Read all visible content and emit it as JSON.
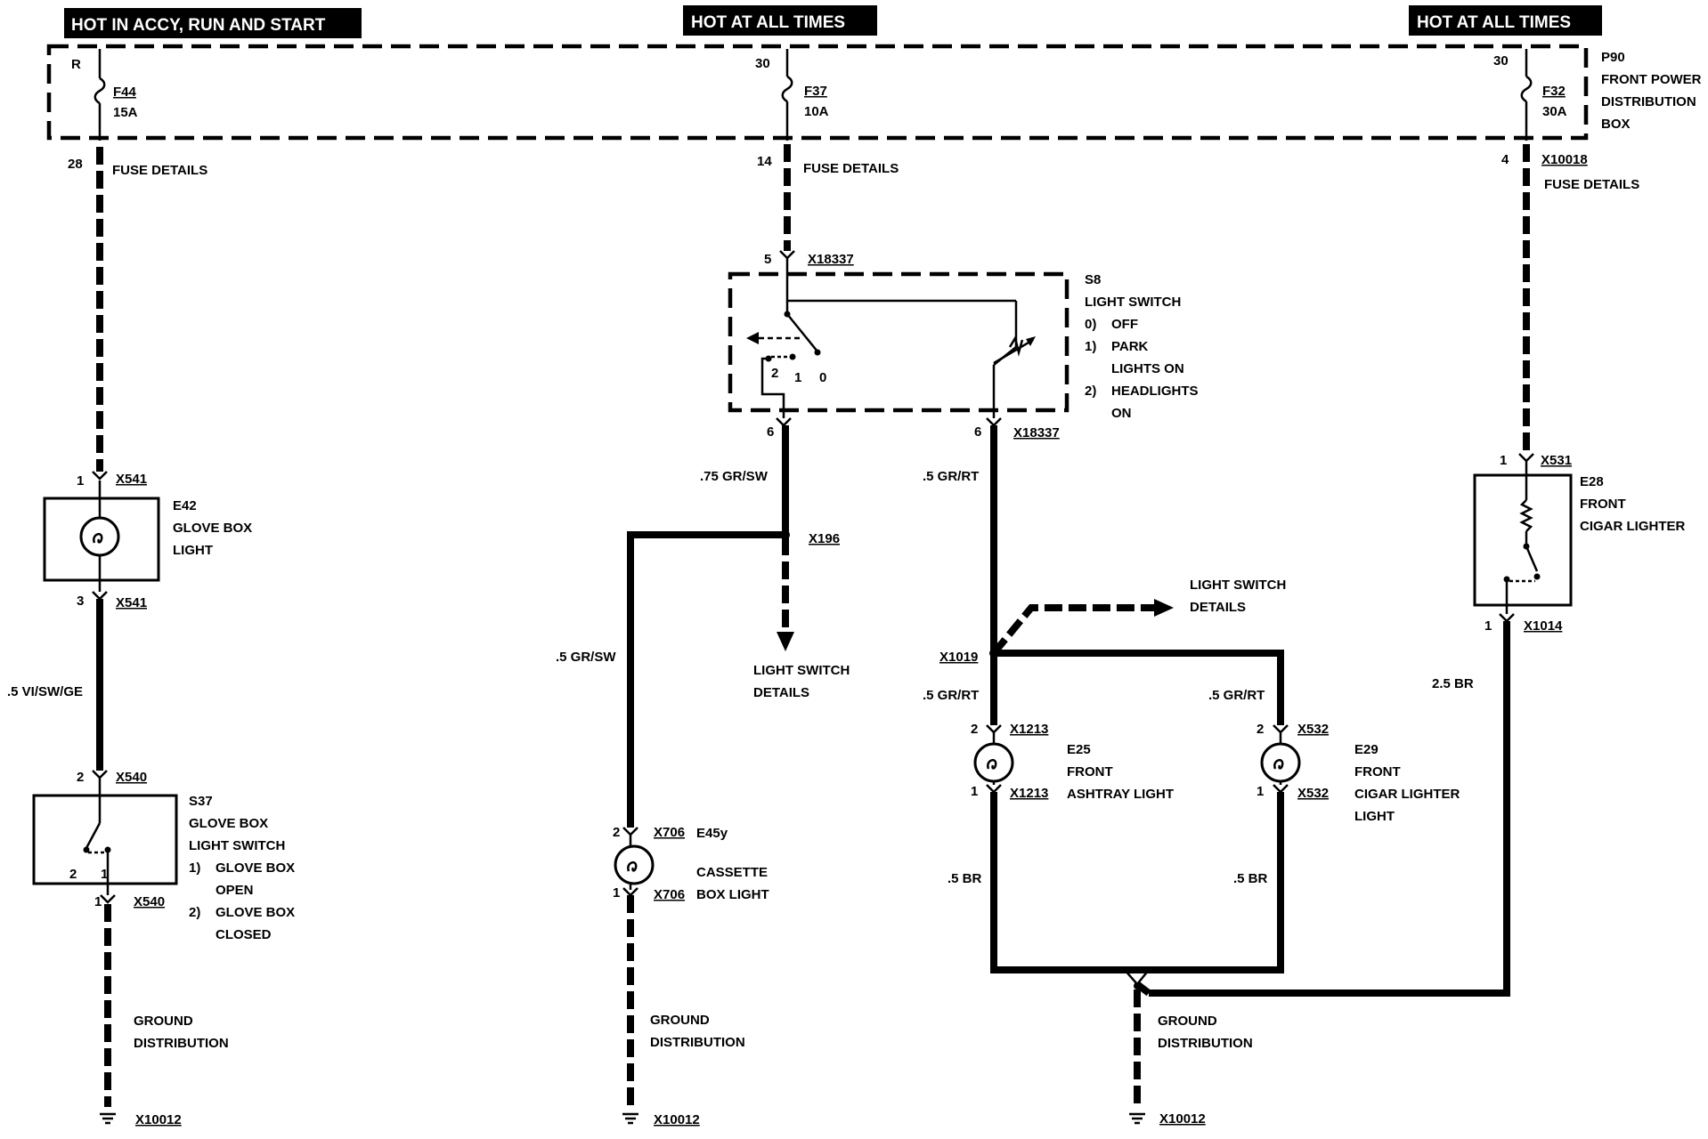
{
  "headers": {
    "left": "HOT IN ACCY, RUN AND START",
    "middle": "HOT AT ALL TIMES",
    "right": "HOT AT ALL TIMES"
  },
  "power_box": {
    "id": "P90",
    "line1": "FRONT POWER",
    "line2": "DISTRIBUTION",
    "line3": "BOX"
  },
  "fuses": [
    {
      "id": "F44",
      "rating": "15A",
      "in_pin": "R",
      "out_pin": "28",
      "details": "FUSE DETAILS"
    },
    {
      "id": "F37",
      "rating": "10A",
      "in_pin": "30",
      "out_pin": "14",
      "details": "FUSE DETAILS"
    },
    {
      "id": "F32",
      "rating": "30A",
      "in_pin": "30",
      "out_pin": "4",
      "connector": "X10018",
      "details": "FUSE DETAILS"
    }
  ],
  "glove_box_light": {
    "id": "E42",
    "line1": "GLOVE BOX",
    "line2": "LIGHT",
    "pin_top": "1",
    "conn_top": "X541",
    "pin_bottom": "3",
    "conn_bottom": "X541"
  },
  "wire_glove": ".5 VI/SW/GE",
  "glove_switch": {
    "id": "S37",
    "line1": "GLOVE BOX",
    "line2": "LIGHT SWITCH",
    "pos1_num": "1)",
    "pos1_a": "GLOVE BOX",
    "pos1_b": "OPEN",
    "pos2_num": "2)",
    "pos2_a": "GLOVE BOX",
    "pos2_b": "CLOSED",
    "pin_top": "2",
    "conn_top": "X540",
    "pin_bottom": "1",
    "conn_bottom": "X540",
    "in_2": "2",
    "in_1": "1"
  },
  "light_switch": {
    "id": "S8",
    "title": "LIGHT SWITCH",
    "p0_num": "0)",
    "p0": "OFF",
    "p1_num": "1)",
    "p1a": "PARK",
    "p1b": "LIGHTS ON",
    "p2_num": "2)",
    "p2a": "HEADLIGHTS",
    "p2b": "ON",
    "pin_in": "5",
    "conn_in": "X18337",
    "pin_out_left": "6",
    "pin_out_right": "6",
    "conn_out": "X18337",
    "pos2": "2",
    "pos1": "1",
    "pos0": "0"
  },
  "wire_mid_left": ".75 GR/SW",
  "splice_x196": "X196",
  "wire_cassette": ".5 GR/SW",
  "details_light_switch_1": {
    "line1": "LIGHT SWITCH",
    "line2": "DETAILS"
  },
  "cassette_light": {
    "id": "E45y",
    "line1": "CASSETTE",
    "line2": "BOX LIGHT",
    "pin_top": "2",
    "conn_top": "X706",
    "pin_bottom": "1",
    "conn_bottom": "X706"
  },
  "wire_gr_rt_top": ".5 GR/RT",
  "details_light_switch_2": {
    "line1": "LIGHT SWITCH",
    "line2": "DETAILS"
  },
  "splice_x1019": "X1019",
  "wire_gr_rt_left": ".5 GR/RT",
  "wire_gr_rt_right": ".5 GR/RT",
  "ashtray_light": {
    "id": "E25",
    "line1": "FRONT",
    "line2": "ASHTRAY LIGHT",
    "pin_top": "2",
    "conn_top": "X1213",
    "pin_bottom": "1",
    "conn_bottom": "X1213"
  },
  "cigar_light": {
    "id": "E29",
    "line1": "FRONT",
    "line2": "CIGAR LIGHTER",
    "line3": "LIGHT",
    "pin_top": "2",
    "conn_top": "X532",
    "pin_bottom": "1",
    "conn_bottom": "X532"
  },
  "wire_br_left": ".5 BR",
  "wire_br_right": ".5 BR",
  "cigar_lighter": {
    "id": "E28",
    "line1": "FRONT",
    "line2": "CIGAR LIGHTER",
    "pin_top": "1",
    "conn_top": "X531",
    "pin_bottom": "1",
    "conn_bottom": "X1014"
  },
  "wire_br_thick": "2.5 BR",
  "grounds": [
    {
      "line1": "GROUND",
      "line2": "DISTRIBUTION",
      "conn": "X10012"
    },
    {
      "line1": "GROUND",
      "line2": "DISTRIBUTION",
      "conn": "X10012"
    },
    {
      "line1": "GROUND",
      "line2": "DISTRIBUTION",
      "conn": "X10012"
    }
  ]
}
